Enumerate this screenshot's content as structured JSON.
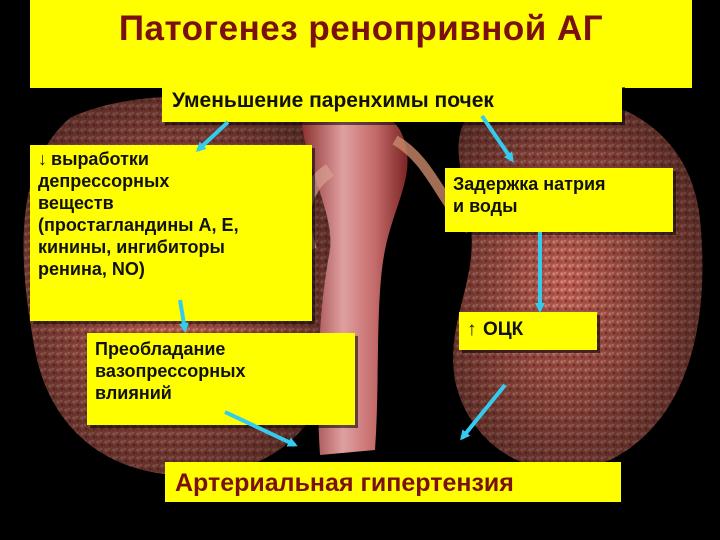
{
  "title": "Патогенез ренопривной АГ",
  "boxes": {
    "reduction": "Уменьшение паренхимы почек",
    "depressor_arrow": "↓",
    "depressor_lines": [
      "выработки",
      "депрессорных",
      "веществ",
      "(простагландины А, Е,",
      "кинины, ингибиторы",
      "ренина, NO)"
    ],
    "sodium_lines": [
      "Задержка натрия",
      "и воды"
    ],
    "ock_arrow": "↑",
    "ock": "ОЦК",
    "vaso_lines": [
      "Преобладание",
      "вазопрессорных",
      "влияний"
    ],
    "hypertension": "Артериальная гипертензия"
  },
  "colors": {
    "box_fill": "#ffff00",
    "title_text": "#7a1010",
    "arrow": "#33ccee",
    "background": "#000000",
    "kidney_tissue": "#b5564a"
  },
  "image": "photo of two kidneys with renal artery"
}
